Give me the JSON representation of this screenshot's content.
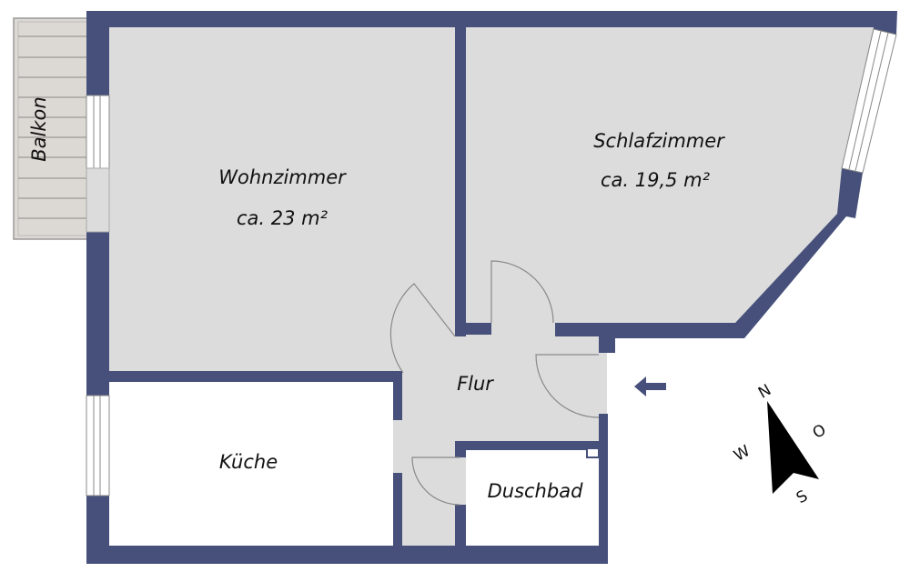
{
  "colors": {
    "wall": "#46507a",
    "floor": "#dcdcdc",
    "white_floor": "#ffffff",
    "balcony": "#dcd8d4"
  },
  "rooms": {
    "balkon": {
      "name": "Balkon"
    },
    "wohnzimmer": {
      "name": "Wohnzimmer",
      "area": "ca. 23 m²"
    },
    "schlafzimmer": {
      "name": "Schlafzimmer",
      "area": "ca. 19,5 m²"
    },
    "flur": {
      "name": "Flur"
    },
    "kueche": {
      "name": "Küche"
    },
    "duschbad": {
      "name": "Duschbad"
    }
  },
  "compass": {
    "n": "N",
    "o": "O",
    "s": "S",
    "w": "W"
  }
}
